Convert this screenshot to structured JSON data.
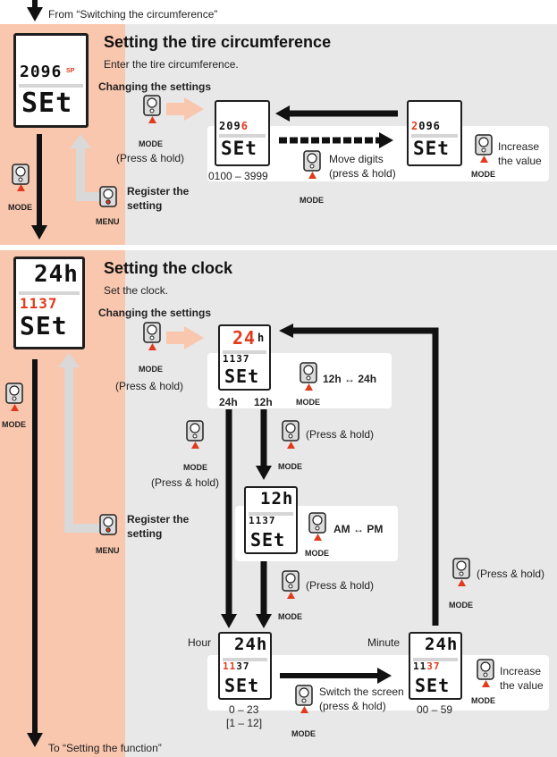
{
  "top": {
    "from_text": "From “Switching the circumference”"
  },
  "bottom": {
    "to_text": "To “Setting the function”"
  },
  "tire": {
    "title": "Setting the tire circumference",
    "subtitle": "Enter the tire circumference.",
    "changing": "Changing the settings",
    "left_lcd": {
      "top": "2096",
      "bottom": "SEt",
      "unit": "SP"
    },
    "mode_label": "MODE",
    "press_hold": "(Press & hold)",
    "range": "0100 – 3999",
    "move_digits": "Move digits\n(press & hold)",
    "increase": "Increase\nthe value",
    "register": "Register the\nsetting",
    "menu": "MENU",
    "lcd_a": {
      "red": "6",
      "prefix": "209",
      "bottom": "SEt"
    },
    "lcd_b": {
      "red": "2",
      "suffix": "096",
      "bottom": "SEt"
    }
  },
  "clock": {
    "title": "Setting the clock",
    "subtitle": "Set the clock.",
    "changing": "Changing the settings",
    "left_lcd": {
      "top": "24h",
      "mid": "1137",
      "bottom": "SEt"
    },
    "mode_label": "MODE",
    "press_hold": "(Press & hold)",
    "register": "Register the\nsetting",
    "menu": "MENU",
    "fmt_lcd": {
      "top": "24",
      "h": "h",
      "mid": "1137",
      "bottom": "SEt"
    },
    "toggle_1224": "12h ↔ 24h",
    "lbl_24h": "24h",
    "lbl_12h": "12h",
    "press_hold_2": "(Press & hold)",
    "ampm_lcd": {
      "top": "12h",
      "mid": "1137",
      "bottom": "SEt"
    },
    "ampm": "AM ↔ PM",
    "press_hold_3": "(Press & hold)",
    "press_hold_4": "(Press & hold)",
    "hour": "Hour",
    "minute": "Minute",
    "hour_lcd": {
      "top": "24h",
      "red": "11",
      "mid": "37",
      "bottom": "SEt"
    },
    "min_lcd": {
      "top": "24h",
      "mid": "11",
      "red": "37",
      "bottom": "SEt"
    },
    "hour_range": "0 – 23",
    "hour_range_12": "[1 – 12]",
    "min_range": "00 – 59",
    "switch": "Switch the screen\n(press & hold)",
    "increase": "Increase\nthe value"
  },
  "colors": {
    "accent": "#e23a1c",
    "band": "#f9c6ae",
    "panel": "#e8e8e8"
  }
}
